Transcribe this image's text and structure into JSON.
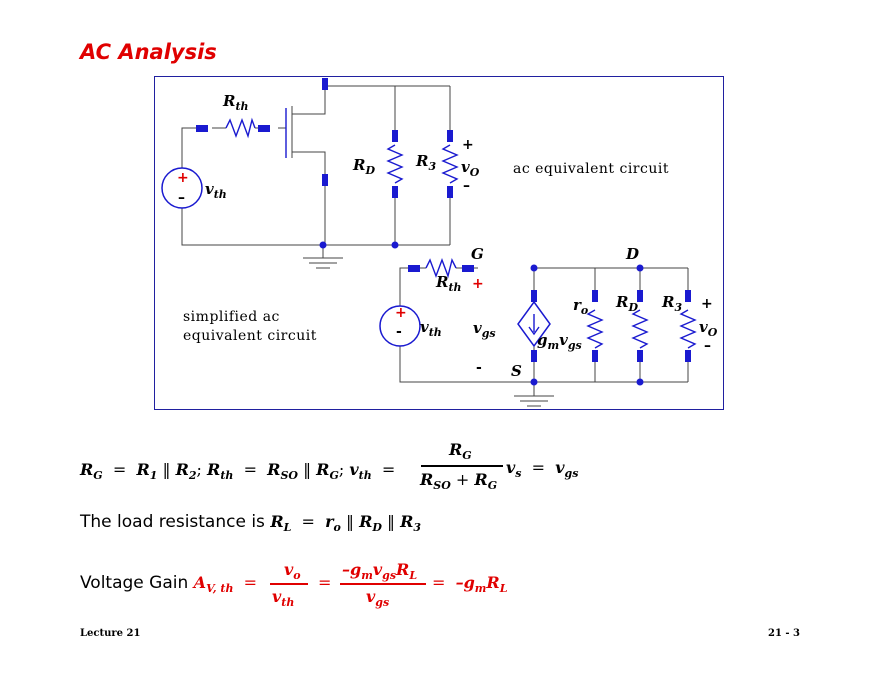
{
  "slide": {
    "title": "AC Analysis",
    "footer_left": "Lecture 21",
    "footer_right": "21 - 3"
  },
  "circuit_top": {
    "rth": "R",
    "rth_sub": "th",
    "rd": "R",
    "rd_sub": "D",
    "r3": "R",
    "r3_sub": "3",
    "vo": "v",
    "vo_sub": "O",
    "vth": "v",
    "vth_sub": "th",
    "plus": "+",
    "minus": "–",
    "caption": "ac equivalent circuit"
  },
  "circuit_bottom": {
    "g_node": "G",
    "d_node": "D",
    "s_node": "S",
    "rth": "R",
    "rth_sub": "th",
    "vgs": "v",
    "vgs_sub": "gs",
    "vth": "v",
    "vth_sub": "th",
    "gm": "g",
    "gm_sub": "m",
    "gm_v": "v",
    "gm_v_sub": "gs",
    "ro": "r",
    "ro_sub": "o",
    "rd": "R",
    "rd_sub": "D",
    "r3": "R",
    "r3_sub": "3",
    "vo": "v",
    "vo_sub": "O",
    "plus": "+",
    "minus": "-",
    "caption_line1": "simplified ac",
    "caption_line2": "equivalent circuit"
  },
  "equations": {
    "eq1_left": "R",
    "eq1_left_sub": "G",
    "eq1_r1": "R",
    "eq1_r1_sub": "1",
    "eq1_r2": "R",
    "eq1_r2_sub": "2",
    "eq1_rth": "R",
    "eq1_rth_sub": "th",
    "eq1_rso": "R",
    "eq1_rso_sub": "SO",
    "eq1_rg": "R",
    "eq1_rg_sub": "G",
    "eq1_vth": "v",
    "eq1_vth_sub": "th",
    "eq1_num": "R",
    "eq1_num_sub": "G",
    "eq1_den": "R",
    "eq1_den_sub1": "SO",
    "eq1_den_plus": "+",
    "eq1_den2": "R",
    "eq1_den_sub2": "G",
    "eq1_vs": "v",
    "eq1_vs_sub": "s",
    "eq1_vgs": "v",
    "eq1_vgs_sub": "gs",
    "load_text": "The load resistance is ",
    "load_rl": "R",
    "load_rl_sub": "L",
    "load_ro": "r",
    "load_ro_sub": "o",
    "load_rd": "R",
    "load_rd_sub": "D",
    "load_r3": "R",
    "load_r3_sub": "3",
    "gain_text": "Voltage Gain ",
    "gain_a": "A",
    "gain_a_sub": "V, th",
    "gain_num1": "v",
    "gain_num1_sub": "o",
    "gain_den1": "v",
    "gain_den1_sub": "th",
    "gain_num2": "–g",
    "gain_num2_sub": "m",
    "gain_num2_v": "v",
    "gain_num2_vsub": "gs",
    "gain_num2_r": "R",
    "gain_num2_rsub": "L",
    "gain_den2": "v",
    "gain_den2_sub": "gs",
    "gain_result": "–g",
    "gain_result_sub": "m",
    "gain_result_r": "R",
    "gain_result_rsub": "L"
  },
  "colors": {
    "title": "#e00000",
    "wire": "#000000",
    "component": "#1a1ad0",
    "frame": "#2020a0",
    "source_plus": "#e00000"
  }
}
